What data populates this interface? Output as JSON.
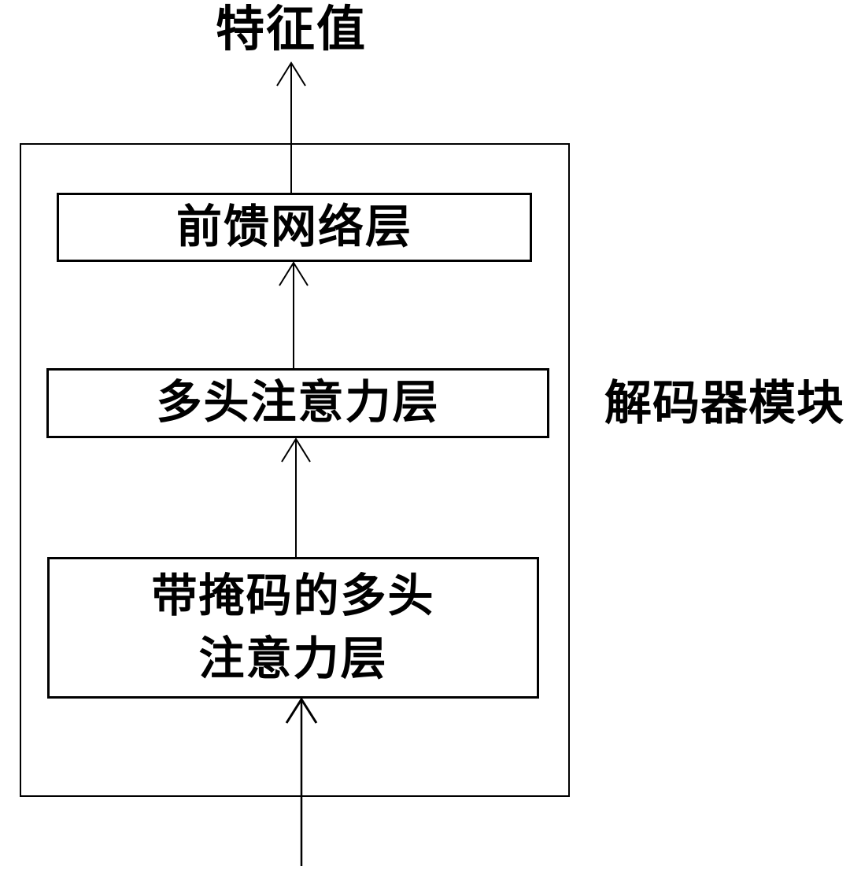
{
  "diagram": {
    "output_label": "特征值",
    "module_label": "解码器模块",
    "layers": [
      {
        "label": "前馈网络层"
      },
      {
        "label": "多头注意力层"
      },
      {
        "lines": [
          "带掩码的多头",
          "注意力层"
        ]
      }
    ],
    "colors": {
      "line": "#000000",
      "text": "#000000",
      "background": "#ffffff"
    }
  }
}
